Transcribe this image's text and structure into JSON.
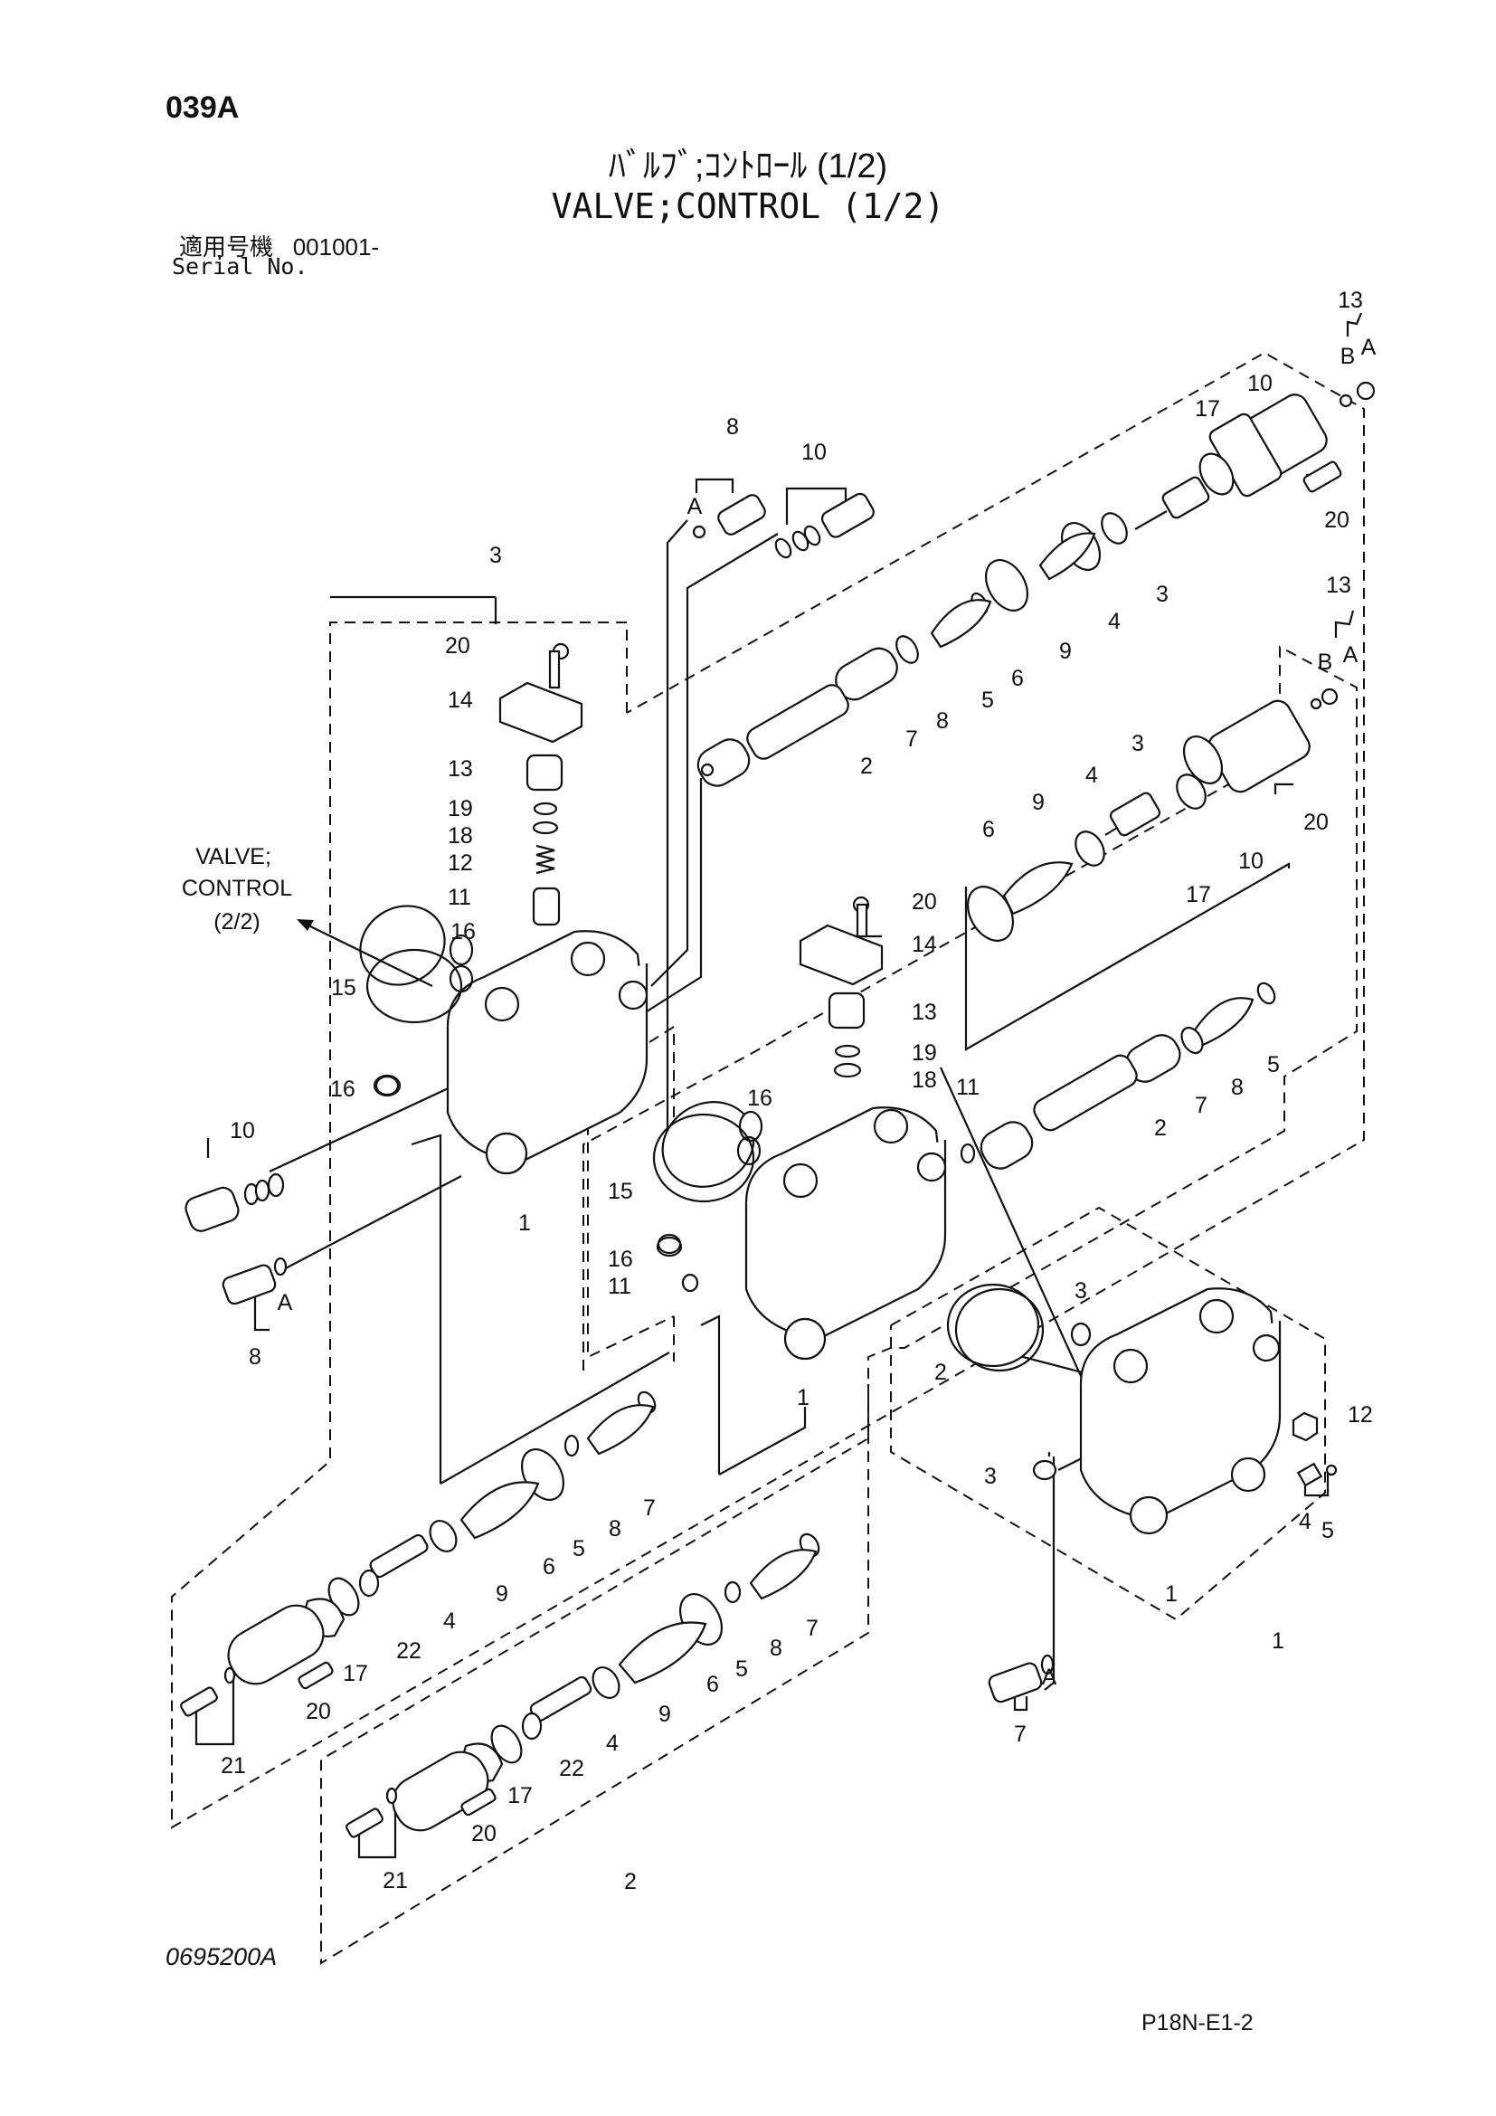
{
  "header": {
    "page_code": "039A",
    "title_jp": "ﾊﾞﾙﾌﾞ;ｺﾝﾄﾛｰﾙ (1/2)",
    "title_en": "VALVE;CONTROL (1/2)",
    "serial_label_jp": "適用号機",
    "serial_value": "001001-",
    "serial_label_en": "Serial No."
  },
  "footer": {
    "drawing_code": "0695200A",
    "page_ref": "P18N-E1-2"
  },
  "callouts": {
    "c01": "13",
    "c02": "B",
    "c03": "A",
    "c04": "10",
    "c05": "17",
    "c06": "20",
    "c07": "8",
    "c08": "A",
    "c09": "10",
    "c10": "3",
    "c11": "4",
    "c12": "9",
    "c13": "6",
    "c14": "5",
    "c15": "8",
    "c16": "7",
    "c17": "2",
    "c18": "3",
    "c19": "20",
    "c20": "14",
    "c21": "13",
    "c22": "19",
    "c23": "18",
    "c24": "12",
    "c25": "11",
    "c26": "16",
    "c27": "15",
    "c28": "16",
    "c29": "1",
    "c30": "10",
    "c31": "A",
    "c32": "8",
    "c33": "13",
    "c34": "B",
    "c35": "A",
    "c36": "3",
    "c37": "20",
    "c38": "10",
    "c39": "17",
    "c40": "9",
    "c41": "6",
    "c42": "4",
    "c43": "20",
    "c44": "14",
    "c45": "13",
    "c46": "19",
    "c47": "18",
    "c48": "11",
    "c49": "2",
    "c50": "7",
    "c51": "8",
    "c52": "5",
    "c53": "16",
    "c54": "15",
    "c55": "16",
    "c56": "11",
    "c57": "1",
    "c58": "4",
    "c59": "9",
    "c60": "6",
    "c61": "5",
    "c62": "8",
    "c63": "7",
    "c64": "22",
    "c65": "17",
    "c66": "20",
    "c67": "21",
    "c68": "2",
    "c69": "3",
    "c70": "12",
    "c71": "3",
    "c72": "4",
    "c73": "5",
    "c74": "1",
    "c75": "1",
    "c76": "A",
    "c77": "7",
    "c78": "4",
    "c79": "9",
    "c80": "6",
    "c81": "5",
    "c82": "8",
    "c83": "7",
    "c84": "22",
    "c85": "17",
    "c86": "20",
    "c87": "21",
    "c88": "2"
  },
  "external_ref": {
    "line1": "VALVE;",
    "line2": "CONTROL",
    "line3": "(2/2)"
  }
}
